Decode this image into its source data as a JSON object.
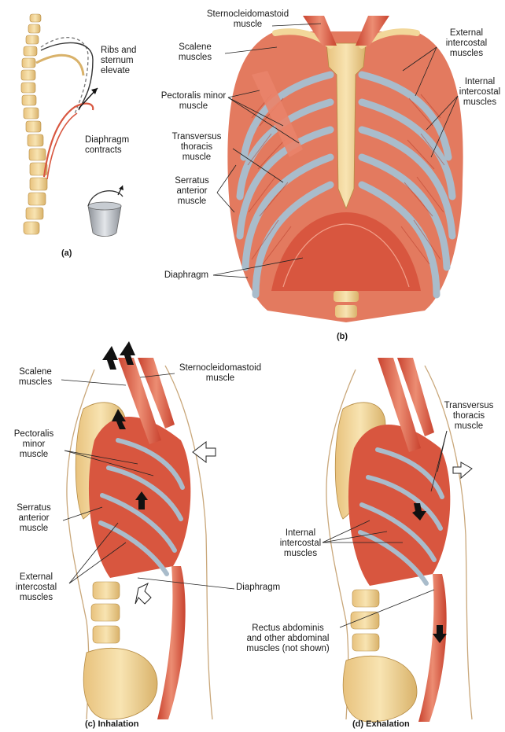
{
  "colors": {
    "bone": "#f2d79a",
    "bone_shadow": "#d9b26a",
    "cartilage": "#a9bccb",
    "muscle": "#d8563f",
    "muscle_light": "#ec8d73",
    "skin_outline": "#c9a77a",
    "arrow": "#111111"
  },
  "panels": {
    "a": {
      "caption": "(a)",
      "ribs_label": "Ribs and\nsternum\nelevate",
      "diaphragm_label": "Diaphragm\ncontracts",
      "bucket_icon": "bucket-handle-icon"
    },
    "b": {
      "caption": "(b)",
      "labels": {
        "scm": "Sternocleidomastoid\nmuscle",
        "scalene": "Scalene\nmuscles",
        "pec_minor": "Pectoralis minor\nmuscle",
        "transversus": "Transversus\nthoracis\nmuscle",
        "serratus": "Serratus\nanterior\nmuscle",
        "diaphragm": "Diaphragm",
        "ext_intercostal": "External\nintercostal\nmuscles",
        "int_intercostal": "Internal\nintercostal\nmuscles"
      }
    },
    "c": {
      "caption": "(c) Inhalation",
      "labels": {
        "scalene": "Scalene\nmuscles",
        "scm": "Sternocleidomastoid\nmuscle",
        "pec_minor": "Pectoralis\nminor\nmuscle",
        "serratus": "Serratus\nanterior\nmuscle",
        "ext_intercostal": "External\nintercostal\nmuscles",
        "diaphragm": "Diaphragm"
      }
    },
    "d": {
      "caption": "(d) Exhalation",
      "labels": {
        "transversus": "Transversus\nthoracis\nmuscle",
        "int_intercostal": "Internal\nintercostal\nmuscles",
        "rectus": "Rectus abdominis\nand other abdominal\nmuscles (not shown)"
      }
    }
  }
}
